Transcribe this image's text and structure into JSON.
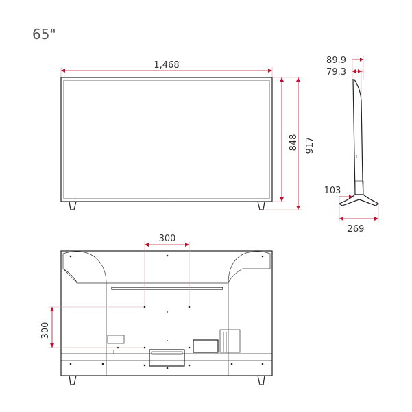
{
  "model_size": "65\"",
  "dimensions": {
    "width": "1,468",
    "height_without_stand": "848",
    "height_with_stand": "917",
    "depth_top": "89.9",
    "depth_panel": "79.3",
    "stand_height": "103",
    "stand_depth": "269",
    "vesa_horizontal": "300",
    "vesa_vertical": "300"
  },
  "colors": {
    "dimension_line": "#c8102e",
    "outline": "#222222"
  }
}
